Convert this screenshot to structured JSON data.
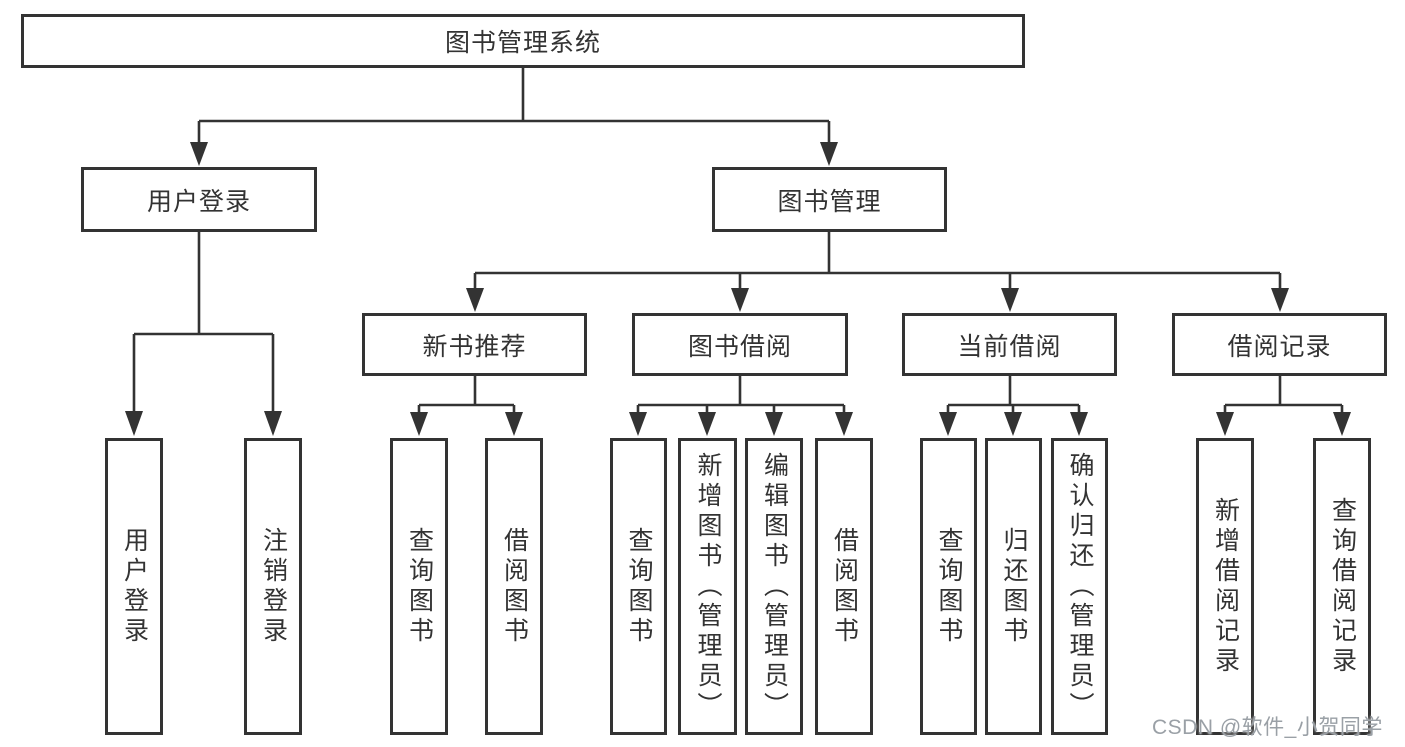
{
  "diagram": {
    "title_node": {
      "label": "图书管理系统"
    },
    "level2": [
      {
        "label": "用户登录"
      },
      {
        "label": "图书管理"
      }
    ],
    "level3": [
      {
        "label": "新书推荐"
      },
      {
        "label": "图书借阅"
      },
      {
        "label": "当前借阅"
      },
      {
        "label": "借阅记录"
      }
    ],
    "leaves": [
      {
        "label": "用户登录",
        "parent": "用户登录"
      },
      {
        "label": "注销登录",
        "parent": "用户登录"
      },
      {
        "label": "查询图书",
        "parent": "新书推荐"
      },
      {
        "label": "借阅图书",
        "parent": "新书推荐"
      },
      {
        "label": "查询图书",
        "parent": "图书借阅"
      },
      {
        "label": "新增图书（管理员）",
        "parent": "图书借阅"
      },
      {
        "label": "编辑图书（管理员）",
        "parent": "图书借阅"
      },
      {
        "label": "借阅图书",
        "parent": "图书借阅"
      },
      {
        "label": "查询图书",
        "parent": "当前借阅"
      },
      {
        "label": "归还图书",
        "parent": "当前借阅"
      },
      {
        "label": "确认归还（管理员）",
        "parent": "当前借阅"
      },
      {
        "label": "新增借阅记录",
        "parent": "借阅记录"
      },
      {
        "label": "查询借阅记录",
        "parent": "借阅记录"
      }
    ],
    "watermark": "CSDN @软件_小贺同学",
    "colors": {
      "line": "#333333",
      "text": "#333333",
      "box_background": "#ffffff",
      "watermark": "#9aa0a6",
      "page_background": "#ffffff"
    }
  }
}
